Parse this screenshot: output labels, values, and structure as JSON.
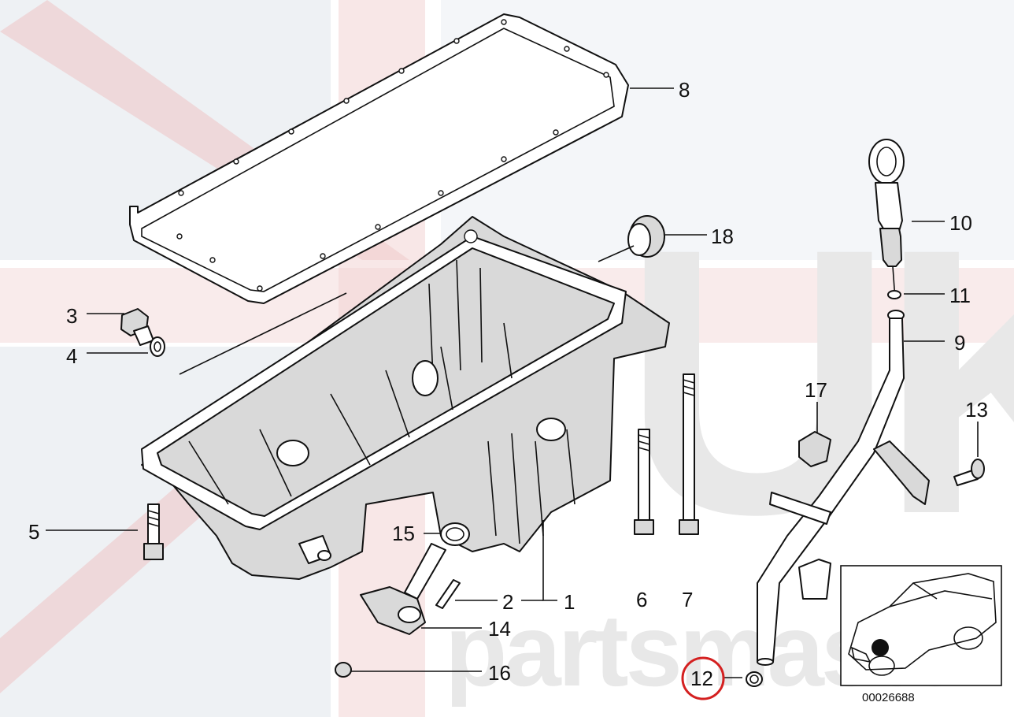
{
  "diagram": {
    "callouts": [
      {
        "id": "c8",
        "label": "8"
      },
      {
        "id": "c18",
        "label": "18"
      },
      {
        "id": "c10",
        "label": "10"
      },
      {
        "id": "c11",
        "label": "11"
      },
      {
        "id": "c9",
        "label": "9"
      },
      {
        "id": "c3",
        "label": "3"
      },
      {
        "id": "c4",
        "label": "4"
      },
      {
        "id": "c17",
        "label": "17"
      },
      {
        "id": "c13",
        "label": "13"
      },
      {
        "id": "c5",
        "label": "5"
      },
      {
        "id": "c15",
        "label": "15"
      },
      {
        "id": "c2",
        "label": "2"
      },
      {
        "id": "c1",
        "label": "1"
      },
      {
        "id": "c6",
        "label": "6"
      },
      {
        "id": "c7",
        "label": "7"
      },
      {
        "id": "c14",
        "label": "14"
      },
      {
        "id": "c16",
        "label": "16"
      },
      {
        "id": "c12",
        "label": "12"
      }
    ],
    "highlighted_callout": "12",
    "highlight_color": "#d42020",
    "diagram_code": "00026688"
  },
  "watermark": {
    "large_text": "UK",
    "brand_text": "partsmaster",
    "flag_red": "#e8c4c4",
    "flag_blue": "#d9dde8",
    "text_color": "#e4e4e4"
  }
}
